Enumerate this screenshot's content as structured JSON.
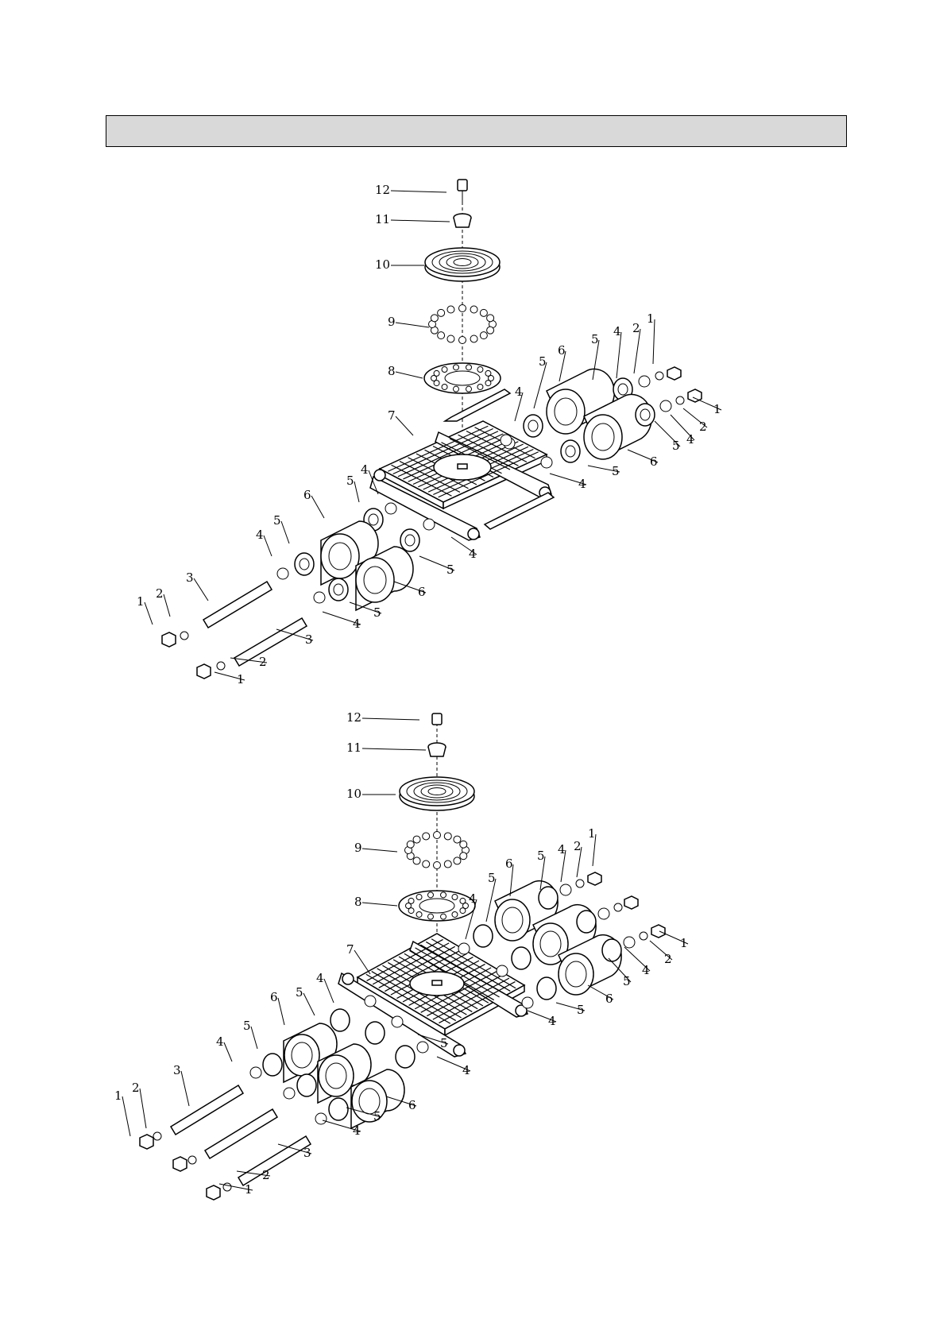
{
  "header": {
    "title": ""
  },
  "colors": {
    "bar_fill": "#d9d9d9",
    "ink": "#000000"
  },
  "upper_assembly": {
    "labels": [
      {
        "id": "u12",
        "text": "12"
      },
      {
        "id": "u11",
        "text": "11"
      },
      {
        "id": "u10",
        "text": "10"
      },
      {
        "id": "u9",
        "text": "9"
      },
      {
        "id": "u8",
        "text": "8"
      },
      {
        "id": "u7",
        "text": "7"
      },
      {
        "id": "u6a",
        "text": "6"
      },
      {
        "id": "u5a",
        "text": "5"
      },
      {
        "id": "u5b",
        "text": "5"
      },
      {
        "id": "u4a",
        "text": "4"
      },
      {
        "id": "u2a",
        "text": "2"
      },
      {
        "id": "u1a",
        "text": "1"
      },
      {
        "id": "u1b",
        "text": "1"
      },
      {
        "id": "u2b",
        "text": "2"
      },
      {
        "id": "u4b",
        "text": "4"
      },
      {
        "id": "u5c",
        "text": "5"
      },
      {
        "id": "u6b",
        "text": "6"
      },
      {
        "id": "u5d",
        "text": "5"
      },
      {
        "id": "u4c",
        "text": "4"
      },
      {
        "id": "u4d",
        "text": "4"
      },
      {
        "id": "u5e",
        "text": "5"
      },
      {
        "id": "u4e",
        "text": "4"
      },
      {
        "id": "u6c",
        "text": "6"
      },
      {
        "id": "u5f",
        "text": "5"
      },
      {
        "id": "u4f",
        "text": "4"
      },
      {
        "id": "u3a",
        "text": "3"
      },
      {
        "id": "u2c",
        "text": "2"
      },
      {
        "id": "u1c",
        "text": "1"
      },
      {
        "id": "u4g",
        "text": "4"
      },
      {
        "id": "u5g",
        "text": "5"
      },
      {
        "id": "u5h",
        "text": "5"
      },
      {
        "id": "u6d",
        "text": "6"
      },
      {
        "id": "u4h",
        "text": "4"
      },
      {
        "id": "u3b",
        "text": "3"
      },
      {
        "id": "u2d",
        "text": "2"
      },
      {
        "id": "u1d",
        "text": "1"
      }
    ]
  },
  "lower_assembly": {
    "labels": [
      {
        "id": "l12",
        "text": "12"
      },
      {
        "id": "l11",
        "text": "11"
      },
      {
        "id": "l10",
        "text": "10"
      },
      {
        "id": "l9",
        "text": "9"
      },
      {
        "id": "l8",
        "text": "8"
      },
      {
        "id": "l7",
        "text": "7"
      },
      {
        "id": "l6a",
        "text": "6"
      },
      {
        "id": "l5a",
        "text": "5"
      },
      {
        "id": "l5b",
        "text": "5"
      },
      {
        "id": "l4a",
        "text": "4"
      },
      {
        "id": "l2a",
        "text": "2"
      },
      {
        "id": "l1a",
        "text": "1"
      },
      {
        "id": "l4b",
        "text": "4"
      },
      {
        "id": "l1b",
        "text": "1"
      },
      {
        "id": "l2b",
        "text": "2"
      },
      {
        "id": "l4c",
        "text": "4"
      },
      {
        "id": "l5c",
        "text": "5"
      },
      {
        "id": "l6b",
        "text": "6"
      },
      {
        "id": "l5d",
        "text": "5"
      },
      {
        "id": "l4d",
        "text": "4"
      },
      {
        "id": "l6c",
        "text": "6"
      },
      {
        "id": "l5e",
        "text": "5"
      },
      {
        "id": "l4e",
        "text": "4"
      },
      {
        "id": "l5f",
        "text": "5"
      },
      {
        "id": "l4f",
        "text": "4"
      },
      {
        "id": "l3a",
        "text": "3"
      },
      {
        "id": "l2c",
        "text": "2"
      },
      {
        "id": "l1c",
        "text": "1"
      },
      {
        "id": "l5g",
        "text": "5"
      },
      {
        "id": "l4g",
        "text": "4"
      },
      {
        "id": "l6d",
        "text": "6"
      },
      {
        "id": "l5h",
        "text": "5"
      },
      {
        "id": "l4h",
        "text": "4"
      },
      {
        "id": "l3b",
        "text": "3"
      },
      {
        "id": "l2d",
        "text": "2"
      },
      {
        "id": "l1d",
        "text": "1"
      }
    ]
  }
}
